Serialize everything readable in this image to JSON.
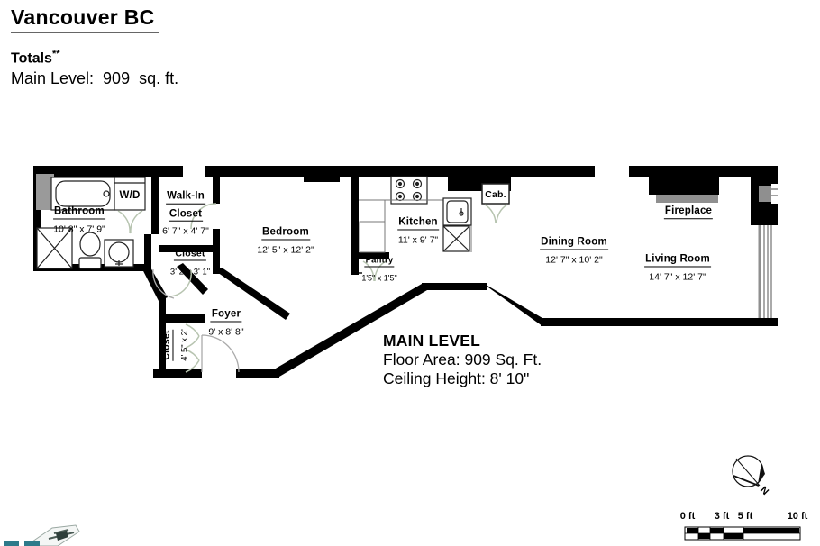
{
  "header": {
    "city": "Vancouver BC",
    "totals": "Totals",
    "totals_sup": "**",
    "main_level": "Main Level:  909  sq. ft."
  },
  "info": {
    "title": "MAIN LEVEL",
    "floor_area": "Floor Area: 909 Sq. Ft.",
    "ceiling": "Ceiling Height: 8' 10\""
  },
  "rooms": {
    "bathroom": {
      "name": "Bathroom",
      "dims": "10' 8\" x 7' 9\""
    },
    "wd": {
      "name": "W/D"
    },
    "walkin": {
      "name1": "Walk-In",
      "name2": "Closet",
      "dims": "6' 7\" x 4' 7\""
    },
    "closet_hall": {
      "name": "Closet",
      "dims": "3' 2\"x 3' 1\""
    },
    "bedroom": {
      "name": "Bedroom",
      "dims": "12' 5\" x 12' 2\""
    },
    "kitchen": {
      "name": "Kitchen",
      "dims": "11' x 9' 7\""
    },
    "pantry": {
      "name": "Pantry",
      "dims": "1'5\" x 1'5\""
    },
    "cab": {
      "name": "Cab."
    },
    "dining": {
      "name": "Dining Room",
      "dims": "12' 7\" x 10' 2\""
    },
    "living": {
      "name": "Living Room",
      "dims": "14' 7\" x 12' 7\""
    },
    "fireplace": {
      "name": "Fireplace"
    },
    "foyer": {
      "name": "Foyer",
      "dims": "9' x 8' 8\""
    },
    "closet_foyer": {
      "name": "Closet",
      "dims": "4' 5\" x 2'"
    }
  },
  "compass": {
    "north": "N"
  },
  "scale_bar": {
    "labels": [
      "0 ft",
      "3 ft",
      "5 ft",
      "10 ft"
    ]
  },
  "colors": {
    "wall": "#000000",
    "door_arc": "#b7c4b0",
    "gray_fill": "#8f8f8f",
    "teal": "#2d7a8a"
  }
}
